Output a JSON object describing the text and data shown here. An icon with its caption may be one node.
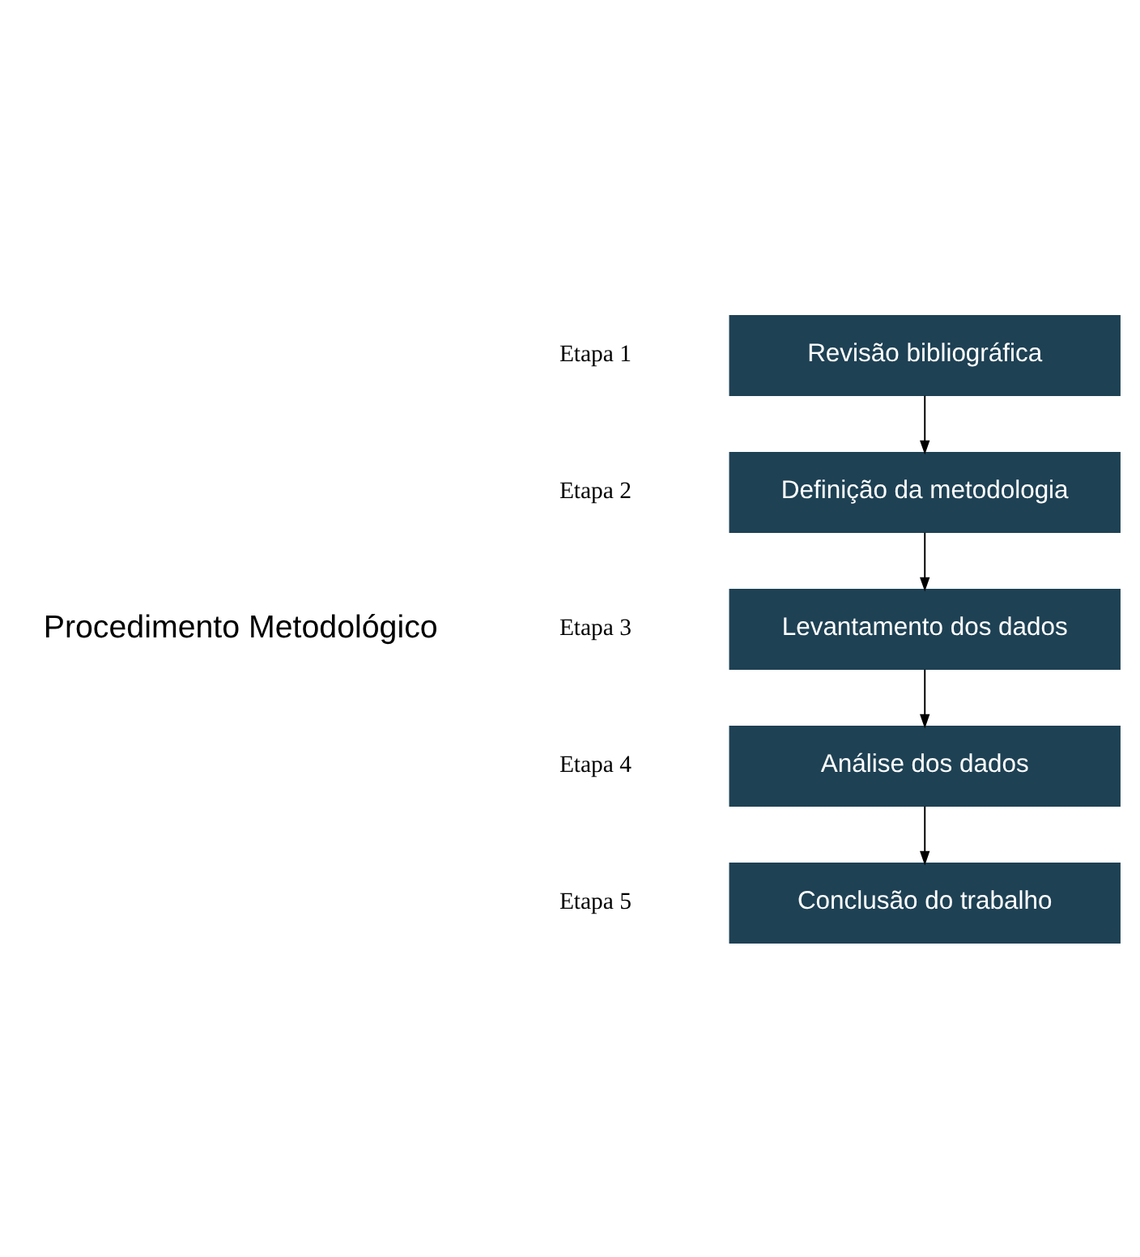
{
  "diagram": {
    "nodes": [
      {
        "text": [
          "Revisão bibliográfica"
        ]
      },
      {
        "text": [
          "Definição da metodologia"
        ]
      },
      {
        "text": [
          "Levantamento dos dados"
        ]
      },
      {
        "text": [
          "Análise dos dados"
        ]
      },
      {
        "text": [
          "Conclusão do trabalho"
        ]
      }
    ],
    "edges": [
      {
        "from": 0,
        "to": 1,
        "arrow": "to"
      },
      {
        "from": 1,
        "to": 2,
        "arrow": "to"
      },
      {
        "from": 2,
        "to": 3,
        "arrow": "to"
      },
      {
        "from": 3,
        "to": 4,
        "arrow": "to"
      }
    ],
    "labels": [
      "Procedimento Metodológico",
      "Etapa 1",
      "Etapa 2",
      "Etapa 3",
      "Etapa 4",
      "Etapa 5"
    ]
  }
}
